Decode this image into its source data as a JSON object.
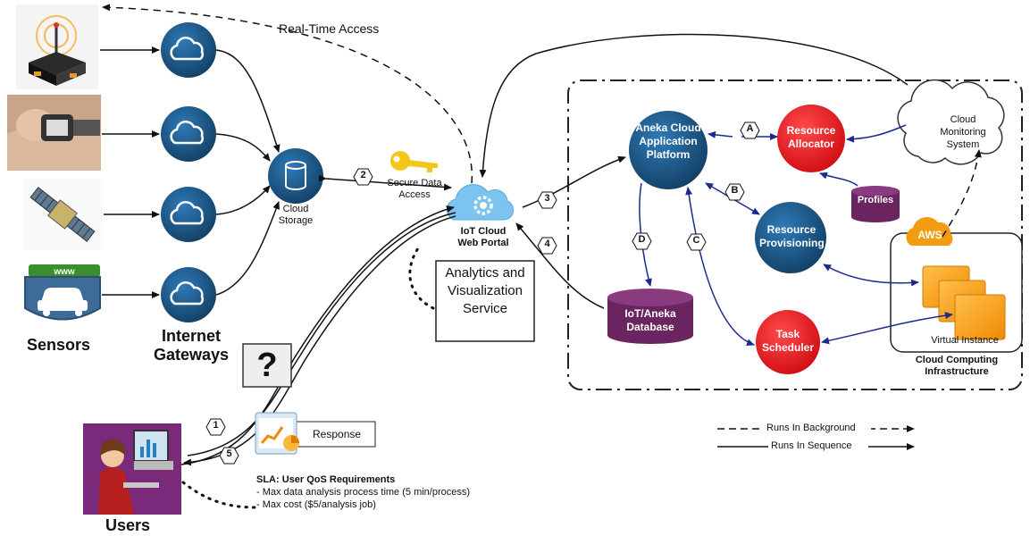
{
  "labels": {
    "realtime": "Real-Time Access",
    "sensors": "Sensors",
    "gateways": "Internet Gateways",
    "users": "Users",
    "cloud_storage": "Cloud Storage",
    "secure": "Secure Data Access",
    "portal": "IoT Cloud Web Portal",
    "analytics": "Analytics and Visualization Service",
    "response": "Response",
    "unknown": "?",
    "aneka": "Aneka Cloud Application Platform",
    "allocator": "Resource Allocator",
    "provisioning": "Resource Provisioning",
    "scheduler": "Task Scheduler",
    "profiles": "Profiles",
    "database": "IoT/Aneka Database",
    "monitoring": "Cloud Monitoring System",
    "aws": "AWS",
    "virtual": "Virtual Instance",
    "infra": "Cloud Computing Infrastructure",
    "sla_title": "SLA: User QoS Requirements",
    "sla_1": "- Max data analysis process time (5 min/process)",
    "sla_2": "- Max cost ($5/analysis job)",
    "legend_bg": "Runs In Background",
    "legend_seq": "Runs In Sequence",
    "s1": "1",
    "s2": "2",
    "s3": "3",
    "s4": "4",
    "s5": "5",
    "sA": "A",
    "sB": "B",
    "sC": "C",
    "sD": "D"
  },
  "colors": {
    "navy": "#1a5583",
    "red": "#e8141c",
    "purple": "#6a2560",
    "link": "#1b2a8c",
    "aws": "#f39c12"
  }
}
